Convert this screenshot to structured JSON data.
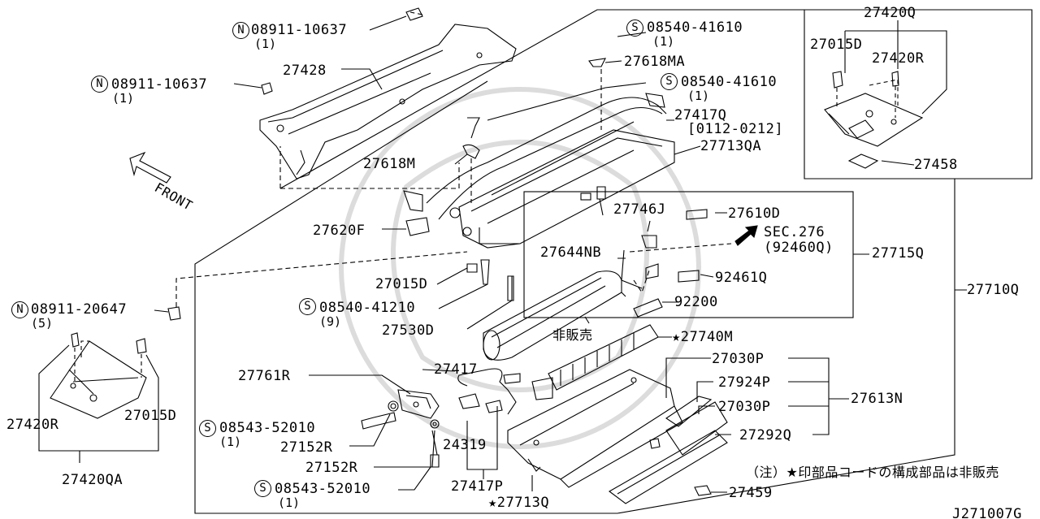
{
  "diagram_id": "J271007G",
  "front_label": "FRONT",
  "note": "（注）★印部品コードの構成部品は非販売",
  "not_for_sale": "非販売",
  "labels": {
    "p27428": "27428",
    "p27618M": "27618M",
    "p27620F": "27620F",
    "p27015D_mid": "27015D",
    "p27530D": "27530D",
    "p27618MA": "27618MA",
    "p27417Q": "27417Q",
    "p27417Q_range": "[0112-0212]",
    "p27713QA": "27713QA",
    "p27746J": "27746J",
    "p27610D": "27610D",
    "sec276": "SEC.276",
    "sec276_sub": "(92460Q)",
    "p27715Q": "27715Q",
    "p27644NB": "27644NB",
    "p92461Q": "92461Q",
    "p92200": "92200",
    "p27740M": "★27740M",
    "p27710Q": "27710Q",
    "p27420Q": "27420Q",
    "p27015D_tr": "27015D",
    "p27420R_tr": "27420R",
    "p27458": "27458",
    "p27761R": "27761R",
    "p27152R_a": "27152R",
    "p27152R_b": "27152R",
    "p24319": "24319",
    "p27417": "27417",
    "p27417P": "27417P",
    "p27713Q": "★27713Q",
    "p27030P_a": "27030P",
    "p27924P": "27924P",
    "p27030P_b": "27030P",
    "p27292Q": "27292Q",
    "p27613N": "27613N",
    "p27459": "27459",
    "p27420R_l": "27420R",
    "p27015D_l": "27015D",
    "p27420QA": "27420QA"
  },
  "fasteners": [
    {
      "prefix": "N",
      "code": "08911-10637",
      "qty": "(1)"
    },
    {
      "prefix": "N",
      "code": "08911-10637",
      "qty": "(1)"
    },
    {
      "prefix": "S",
      "code": "08540-41610",
      "qty": "(1)"
    },
    {
      "prefix": "S",
      "code": "08540-41610",
      "qty": "(1)"
    },
    {
      "prefix": "N",
      "code": "08911-20647",
      "qty": "(5)"
    },
    {
      "prefix": "S",
      "code": "08540-41210",
      "qty": "(9)"
    },
    {
      "prefix": "S",
      "code": "08543-52010",
      "qty": "(1)"
    },
    {
      "prefix": "S",
      "code": "08543-52010",
      "qty": "(1)"
    }
  ]
}
